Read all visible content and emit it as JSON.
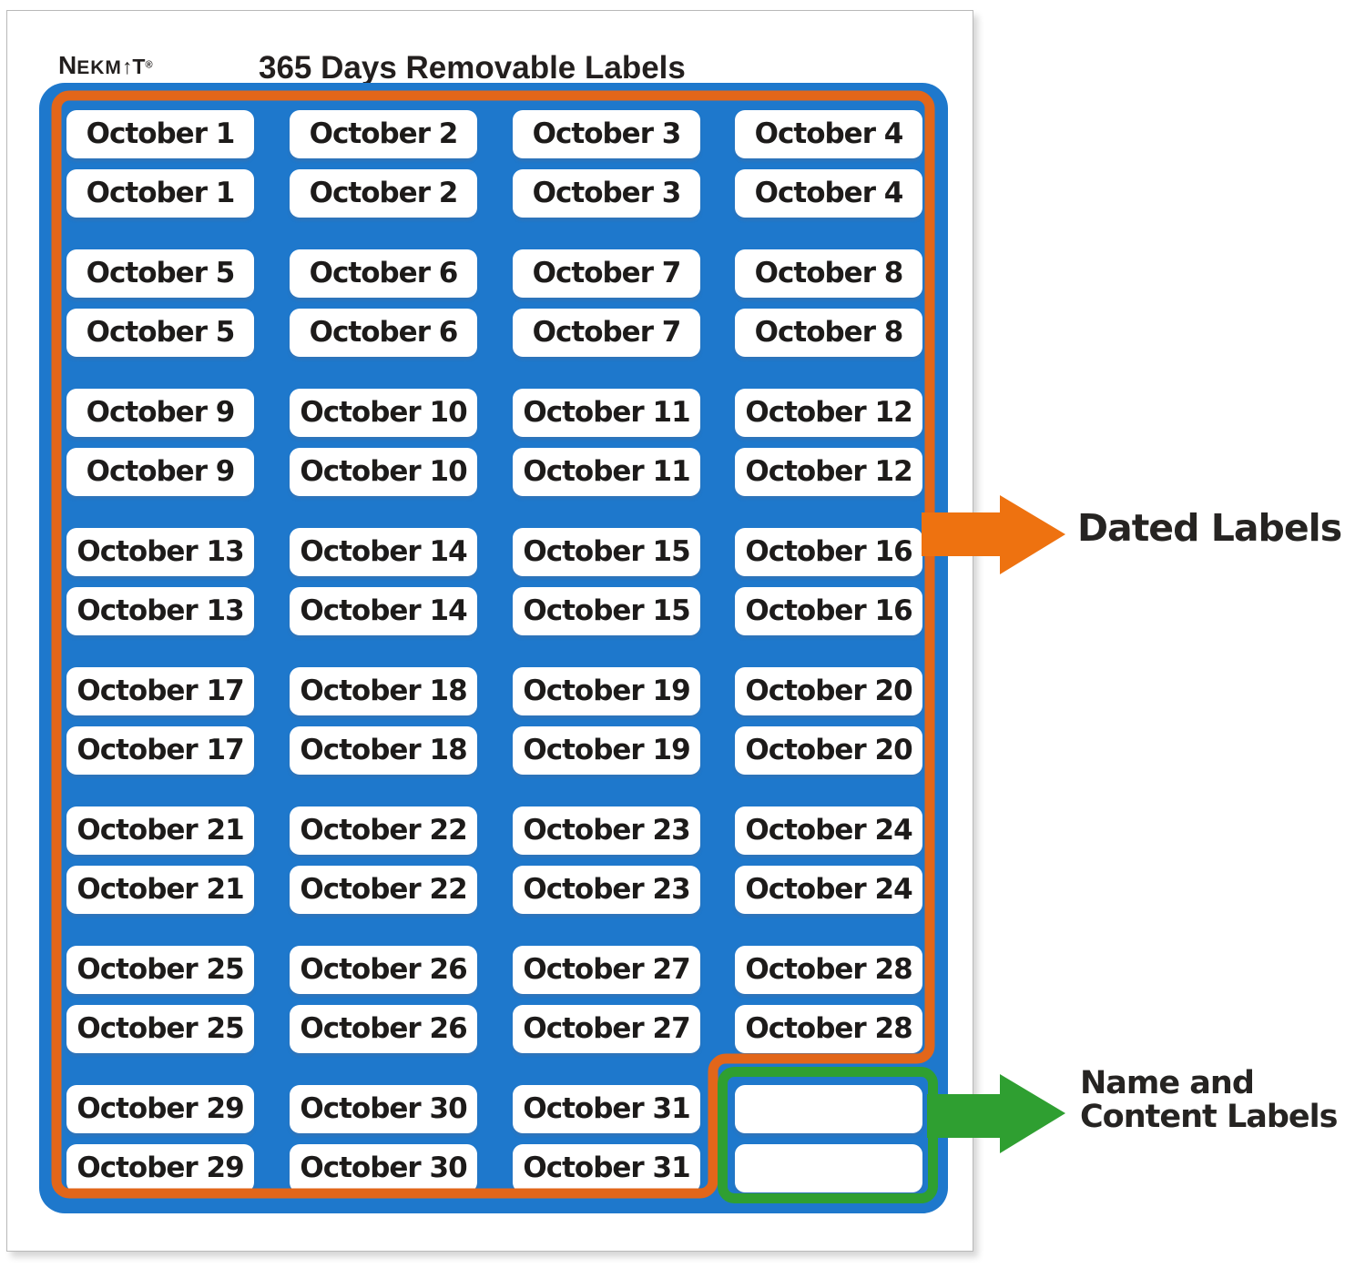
{
  "brand": {
    "part_first": "N",
    "part_mid": "EKM",
    "arrow_glyph": "↑",
    "part_last": "T",
    "registered_mark": "®"
  },
  "header": {
    "title": "365 Days Removable Labels"
  },
  "sheet": {
    "month": "October",
    "date_labels": [
      "October 1",
      "October 2",
      "October 3",
      "October 4",
      "October 5",
      "October 6",
      "October 7",
      "October 8",
      "October 9",
      "October 10",
      "October 11",
      "October 12",
      "October 13",
      "October 14",
      "October 15",
      "October 16",
      "October 17",
      "October 18",
      "October 19",
      "October 20",
      "October 21",
      "October 22",
      "October 23",
      "October 24",
      "October 25",
      "October 26",
      "October 27",
      "October 28",
      "October 29",
      "October 30",
      "October 31"
    ],
    "rows_per_date": 2,
    "blank_label_count": 2
  },
  "annotations": {
    "dated_text": "Dated Labels",
    "name_content_line1": "Name and",
    "name_content_line2": "Content Labels"
  },
  "colors": {
    "sheet_blue": "#1e78cc",
    "outline_orange": "#e2661a",
    "arrow_orange": "#ee7210",
    "green": "#2f9f31",
    "label_bg": "#ffffff",
    "ink": "#1d1b1a"
  }
}
